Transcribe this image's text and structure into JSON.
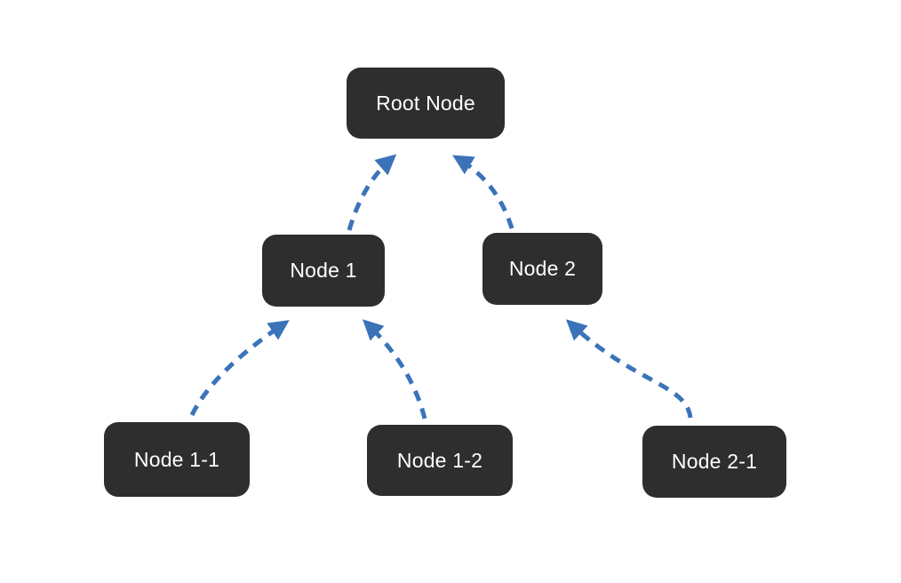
{
  "diagram": {
    "type": "tree",
    "title": "",
    "nodes": {
      "root": {
        "id": "root",
        "label": "Root Node"
      },
      "node1": {
        "id": "node1",
        "label": "Node 1",
        "parent": "root"
      },
      "node2": {
        "id": "node2",
        "label": "Node 2",
        "parent": "root"
      },
      "node11": {
        "id": "node11",
        "label": "Node 1-1",
        "parent": "node1"
      },
      "node12": {
        "id": "node12",
        "label": "Node 1-2",
        "parent": "node1"
      },
      "node21": {
        "id": "node21",
        "label": "Node 2-1",
        "parent": "node2"
      }
    },
    "edges": [
      {
        "from": "node1",
        "to": "root",
        "style": "dashed-arrow"
      },
      {
        "from": "node2",
        "to": "root",
        "style": "dashed-arrow"
      },
      {
        "from": "node11",
        "to": "node1",
        "style": "dashed-arrow"
      },
      {
        "from": "node12",
        "to": "node1",
        "style": "dashed-arrow"
      },
      {
        "from": "node21",
        "to": "node2",
        "style": "dashed-arrow"
      }
    ]
  },
  "colors": {
    "background": "#ffffff",
    "node_fill": "#2e2e2e",
    "node_text": "#ffffff",
    "arrow": "#3b73b9"
  }
}
